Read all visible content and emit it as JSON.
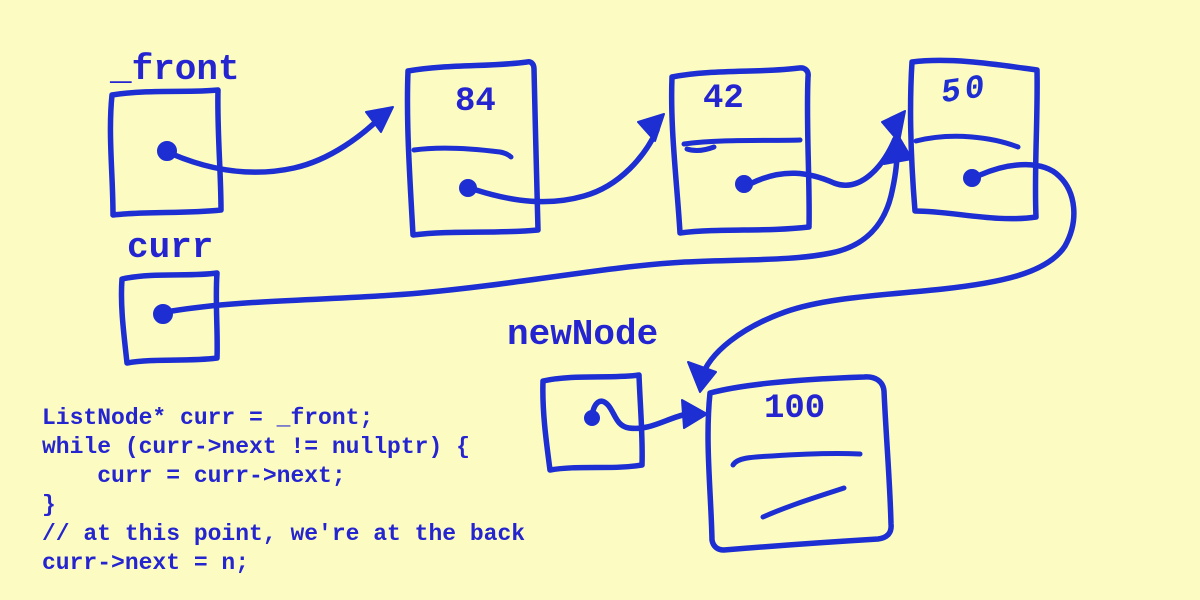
{
  "canvas": {
    "background": "#FCFCC2",
    "ink": "#1D2ED2",
    "text_ink": "#2424D0"
  },
  "labels": {
    "front": "_front",
    "curr": "curr",
    "new_node": "newNode"
  },
  "nodes": [
    {
      "name": "node-84",
      "value": "84"
    },
    {
      "name": "node-42",
      "value": "42"
    },
    {
      "name": "node-50",
      "value": "50",
      "value_style": "handwritten"
    },
    {
      "name": "node-100",
      "value": "100",
      "next_shown_as": "null-slash"
    }
  ],
  "pointers": [
    {
      "from": "_front",
      "to": "node-84"
    },
    {
      "from": "node-84.next",
      "to": "node-42"
    },
    {
      "from": "node-42.next",
      "to": "node-50"
    },
    {
      "from": "curr",
      "to": "node-50"
    },
    {
      "from": "node-50.next",
      "to": "node-100"
    },
    {
      "from": "newNode",
      "to": "node-100"
    }
  ],
  "code": {
    "lines": [
      "ListNode* curr = _front;",
      "while (curr->next != nullptr) {",
      "    curr = curr->next;",
      "}",
      "// at this point, we're at the back",
      "curr->next = n;"
    ]
  }
}
